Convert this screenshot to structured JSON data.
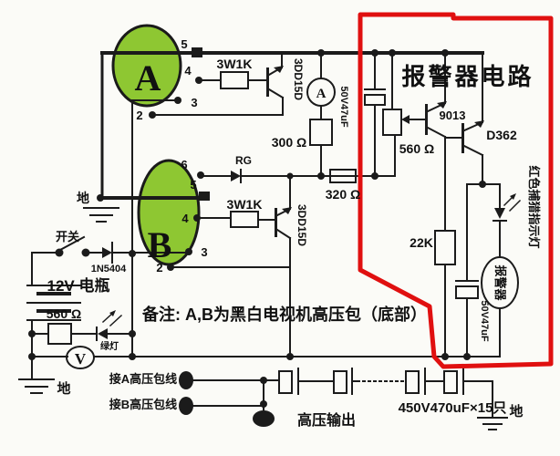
{
  "title": {
    "alarm_circuit": "报警器电路",
    "alarm_color": "#d01010"
  },
  "note": {
    "text": "备注: A,B为黑白电视机高压包（底部）",
    "color": "#2326b0"
  },
  "transformers": {
    "a": {
      "label": "A",
      "pins": {
        "p5": "5",
        "p4": "4",
        "p3": "3",
        "p2": "2"
      }
    },
    "b": {
      "label": "B",
      "pins": {
        "p6": "6",
        "p5": "5",
        "p4": "4",
        "p3": "3",
        "p2": "2"
      }
    },
    "fill_color": "#8ec732",
    "letter_color": "#1d3fae"
  },
  "components": {
    "r_3w1k_a": "3W1K",
    "r_3w1k_b": "3W1K",
    "q_a": "3DD15D",
    "q_b": "3DD15D",
    "r_300": "300 Ω",
    "r_320": "320 Ω",
    "rg_diode": "RG",
    "cap_50v_1": "50V47uF",
    "cap_50v_2": "50V47uF",
    "pot_560": "560 Ω",
    "r_560_led": "560 Ω",
    "q_9013": "9013",
    "q_d362": "D362",
    "r_22k": "22K",
    "diode_in": "1N5404",
    "switch": "开关",
    "battery": "12V 电瓶",
    "green_led": "绿灯",
    "red_indicator": "红色捕猎指示灯",
    "alarm_buzzer": "报警器",
    "cap_bank": "450V470uF×15只",
    "ammeter": "A",
    "voltmeter": "V"
  },
  "grounds": {
    "top_left": "地",
    "bottom_left": "地",
    "bottom_right": "地"
  },
  "outputs": {
    "conn_a": "接A高压包线",
    "conn_b": "接B高压包线",
    "hv_output": "高压输出"
  }
}
